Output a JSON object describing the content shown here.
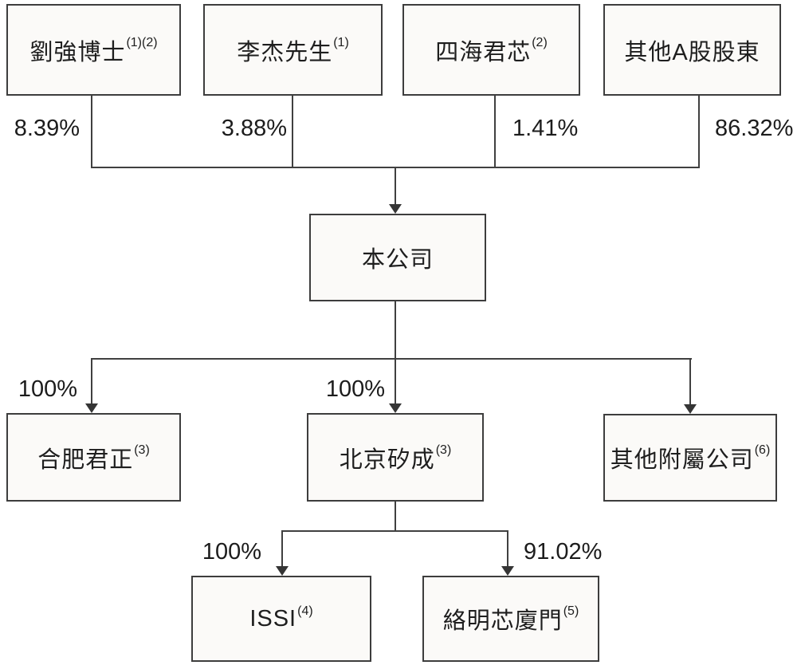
{
  "diagram": {
    "type": "corporate-structure-flowchart",
    "accent_colors": {
      "line": "#404040",
      "box_border": "#3d3d3d",
      "box_fill": "#fbfaf8",
      "text": "#1e1e1e"
    },
    "nodes": {
      "liu": {
        "label": "劉強博士",
        "sup": "(1)(2)"
      },
      "li": {
        "label": "李杰先生",
        "sup": "(1)"
      },
      "sihai": {
        "label": "四海君芯",
        "sup": "(2)"
      },
      "othera": {
        "label": "其他A股股東"
      },
      "company": {
        "label": "本公司"
      },
      "hefei": {
        "label": "合肥君正",
        "sup": "(3)"
      },
      "beijing": {
        "label": "北京矽成",
        "sup": "(3)"
      },
      "othersub": {
        "label": "其他附屬公司",
        "sup": "(6)"
      },
      "issi": {
        "label": "ISSI",
        "sup": "(4)"
      },
      "luoming": {
        "label": "絡明芯廈門",
        "sup": "(5)"
      }
    },
    "ownership": {
      "liu_to_company": "8.39%",
      "li_to_company": "3.88%",
      "sihai_to_company": "1.41%",
      "othera_to_company": "86.32%",
      "company_to_hefei": "100%",
      "company_to_beijing": "100%",
      "beijing_to_issi": "100%",
      "beijing_to_luoming": "91.02%"
    }
  }
}
